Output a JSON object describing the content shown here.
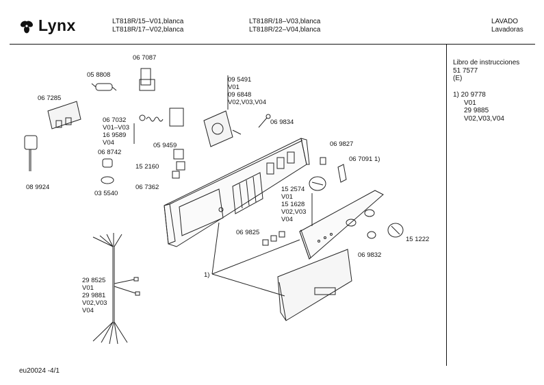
{
  "header": {
    "brand": "Lynx",
    "models_col1": [
      "LT818R/15–V01,blanca",
      "LT818R/17–V02,blanca"
    ],
    "models_col2": [
      "LT818R/18–V03,blanca",
      "LT818R/22–V04,blanca"
    ],
    "category": [
      "LAVADO",
      "Lavadoras"
    ]
  },
  "side": {
    "lines": [
      "Libro de instrucciones",
      "51 7577",
      "(E)"
    ],
    "footnote": [
      "1)  20 9778",
      "V01",
      "29 9885",
      "V02,V03,V04"
    ]
  },
  "parts": {
    "p067087": "06 7087",
    "p058808": "05 8808",
    "p067285": "06 7285",
    "p095491": [
      "09 5491",
      "V01",
      "09 6848",
      "V02,V03,V04"
    ],
    "p067032": [
      "06 7032",
      "V01–V03",
      "16 9589",
      "V04"
    ],
    "p069834": "06 9834",
    "p059459": "05 9459",
    "p068742": "06 8742",
    "p152160": "15 2160",
    "p069827": "06 9827",
    "p067091": "06 7091 1)",
    "p089924": "08 9924",
    "p067362": "06 7362",
    "p035540": "03 5540",
    "p152574": [
      "15 2574",
      "V01",
      "15 1628",
      "V02,V03",
      "V04"
    ],
    "p069825": "06 9825",
    "p151222": "15 1222",
    "p069832": "06 9832",
    "p298525": [
      "29 8525",
      "V01",
      "29 9881",
      "V02,V03",
      "V04"
    ],
    "note1": "1)"
  },
  "footer": {
    "code": "eu20024  -4/1"
  }
}
